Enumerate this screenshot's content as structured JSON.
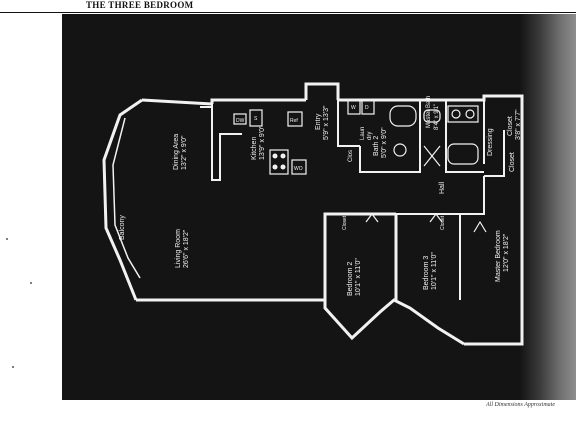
{
  "title": "THE THREE BEDROOM",
  "footnote": "All Dimensions Approximate",
  "rooms": {
    "dining_name": "Dining Area",
    "dining_dims": "13'2\" x 9'0\"",
    "kitchen_name": "Kitchen",
    "kitchen_dims": "13'9\" x 9'0\"",
    "entry_name": "Entry",
    "entry_dims": "5'9\" x 13'3\"",
    "laun_name": "Laun",
    "laun_sub": "dry",
    "clos_label": "Clos",
    "bath2_name": "Bath 2",
    "bath2_dims": "5'0\" x 9'0\"",
    "master_bath_name": "Master Bath",
    "master_bath_dims": "8'4\" x 9'1\"",
    "dressing_name": "Dressing",
    "closet_top_name": "Closet",
    "closet_top_dims": "3'8\" x 7'7\"",
    "closet_side_name": "Closet",
    "hall_name": "Hall",
    "balcony_name": "Balcony",
    "living_name": "Living Room",
    "living_dims": "26'6\" x 18'2\"",
    "bedroom2_name": "Bedroom 2",
    "bedroom2_dims": "10'1\" x 11'0\"",
    "bedroom3_name": "Bedroom 3",
    "bedroom3_dims": "10'1\" x 11'0\"",
    "master_bed_name": "Master Bedroom",
    "master_bed_dims": "12'0\" x 18'2\"",
    "bed2_closet": "Closet",
    "bed3_closet": "Closet"
  },
  "fixtures": {
    "dw": "DW",
    "s": "S",
    "ref": "Ref",
    "wo": "WO",
    "w": "W",
    "d": "D"
  },
  "colors": {
    "background": "#141414",
    "walls": "#f2f2f2",
    "paper": "#ffffff"
  }
}
